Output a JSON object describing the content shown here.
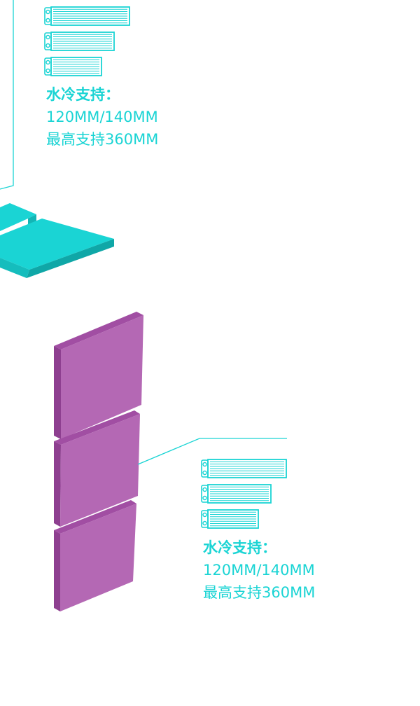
{
  "colors": {
    "accent_cyan": "#1ad4d4",
    "cyan_dark": "#13b5b5",
    "cyan_side": "#0fa7a7",
    "purple_face": "#b468b4",
    "purple_side": "#8e3f90",
    "purple_top": "#a14ea3",
    "background": "#ffffff"
  },
  "spec_top": {
    "title": "水冷支持：",
    "line1": "120MM/140MM",
    "line2": "最高支持360MM"
  },
  "spec_bottom": {
    "title": "水冷支持：",
    "line1": "120MM/140MM",
    "line2": "最高支持360MM"
  },
  "radiator_icons": [
    "radiator-360-icon",
    "radiator-280-icon",
    "radiator-240-icon"
  ],
  "decor": {
    "cyan_panel_group": "cyan-panel-icon",
    "purple_panel_group": "purple-panel-icon",
    "fan_count_purple": 3
  }
}
